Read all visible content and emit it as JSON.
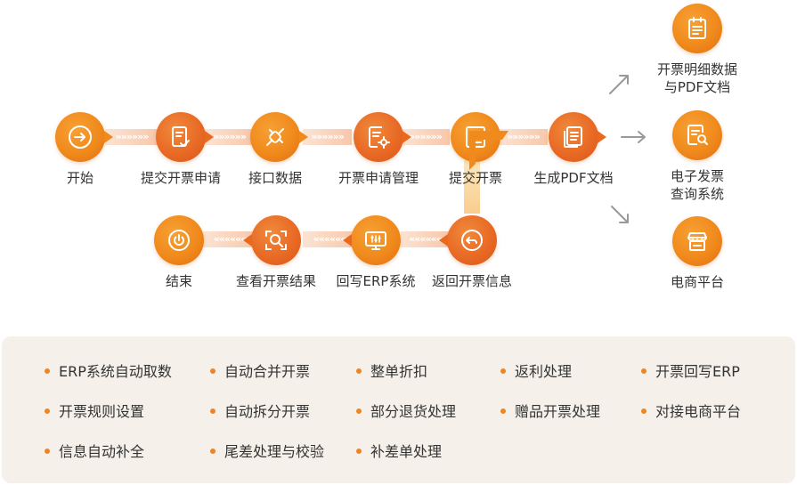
{
  "flow": {
    "start": "开始",
    "submit_invoice_request": "提交开票申请",
    "interface_data": "接口数据",
    "invoice_request_mgmt": "开票申请管理",
    "submit_invoice": "提交开票",
    "generate_pdf": "生成PDF文档",
    "return_invoice_info": "返回开票信息",
    "write_back_erp": "回写ERP系统",
    "view_invoice_result": "查看开票结果",
    "end": "结束"
  },
  "outputs": {
    "details_pdf_line1": "开票明细数据",
    "details_pdf_line2": "与PDF文档",
    "einvoice_query_line1": "电子发票",
    "einvoice_query_line2": "查询系统",
    "ecommerce": "电商平台"
  },
  "features": [
    [
      "ERP系统自动取数",
      "自动合并开票",
      "整单折扣",
      "返利处理",
      "开票回写ERP"
    ],
    [
      "开票规则设置",
      "自动拆分开票",
      "部分退货处理",
      "赠品开票处理",
      "对接电商平台"
    ],
    [
      "信息自动补全",
      "尾差处理与校验",
      "补差单处理"
    ]
  ],
  "colors": {
    "accent": "#f08a1c",
    "accent_red": "#e86a25",
    "panel": "#f5f1ea"
  }
}
